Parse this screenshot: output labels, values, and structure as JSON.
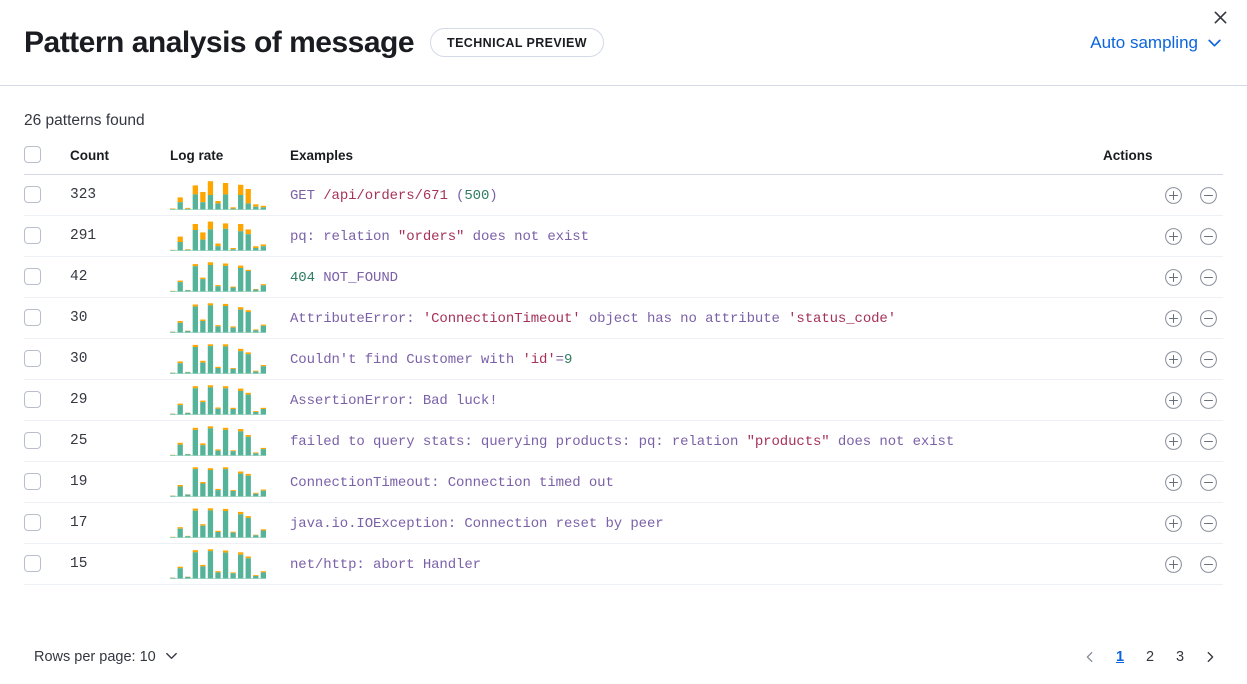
{
  "header": {
    "title": "Pattern analysis of message",
    "badge": "TECHNICAL PREVIEW",
    "sampling_label": "Auto sampling",
    "close_icon": "close-icon",
    "chevron_icon": "chevron-down-icon"
  },
  "summary": {
    "patterns_found": "26 patterns found"
  },
  "table": {
    "columns": {
      "select_all": "",
      "count": "Count",
      "log_rate": "Log rate",
      "examples": "Examples",
      "actions": "Actions"
    },
    "rows": [
      {
        "count": "323",
        "tokens": [
          {
            "t": "GET ",
            "c": "tok-p"
          },
          {
            "t": "/api/orders/671",
            "c": "tok-r"
          },
          {
            "t": " (",
            "c": "tok-p"
          },
          {
            "t": "500",
            "c": "tok-g"
          },
          {
            "t": ")",
            "c": "tok-p"
          }
        ],
        "spark": [
          5,
          42,
          7,
          82,
          60,
          96,
          30,
          90,
          9,
          84,
          70,
          19,
          14
        ],
        "spark_teal": [
          2,
          26,
          4,
          52,
          26,
          50,
          22,
          52,
          5,
          50,
          22,
          11,
          9
        ]
      },
      {
        "count": "291",
        "tokens": [
          {
            "t": "pq: relation ",
            "c": "tok-p"
          },
          {
            "t": "\"orders\"",
            "c": "tok-r"
          },
          {
            "t": " does not exist",
            "c": "tok-p"
          }
        ],
        "spark": [
          4,
          48,
          6,
          90,
          62,
          98,
          25,
          92,
          10,
          90,
          72,
          16,
          22
        ],
        "spark_teal": [
          2,
          30,
          4,
          70,
          38,
          72,
          16,
          74,
          6,
          66,
          56,
          10,
          16
        ]
      },
      {
        "count": "42",
        "tokens": [
          {
            "t": "404",
            "c": "tok-g"
          },
          {
            "t": " NOT_FOUND",
            "c": "tok-p"
          }
        ],
        "spark": [
          4,
          38,
          7,
          93,
          48,
          99,
          23,
          95,
          18,
          88,
          74,
          10,
          26
        ],
        "spark_teal": [
          3,
          33,
          6,
          86,
          43,
          90,
          19,
          87,
          15,
          80,
          70,
          8,
          22
        ]
      },
      {
        "count": "30",
        "tokens": [
          {
            "t": "AttributeError: ",
            "c": "tok-p"
          },
          {
            "t": "'ConnectionTimeout'",
            "c": "tok-r"
          },
          {
            "t": " object has no attribute ",
            "c": "tok-p"
          },
          {
            "t": "'status_code'",
            "c": "tok-r"
          }
        ],
        "spark": [
          5,
          40,
          8,
          95,
          45,
          99,
          26,
          97,
          22,
          86,
          76,
          12,
          28
        ],
        "spark_teal": [
          4,
          34,
          7,
          88,
          40,
          92,
          22,
          90,
          18,
          78,
          70,
          9,
          24
        ]
      },
      {
        "count": "30",
        "tokens": [
          {
            "t": "Couldn't find Customer with ",
            "c": "tok-p"
          },
          {
            "t": "'id'",
            "c": "tok-r"
          },
          {
            "t": "=",
            "c": "tok-p"
          },
          {
            "t": "9",
            "c": "tok-g"
          }
        ],
        "spark": [
          5,
          42,
          7,
          97,
          44,
          99,
          24,
          99,
          20,
          84,
          72,
          11,
          30
        ],
        "spark_teal": [
          4,
          36,
          6,
          90,
          38,
          93,
          20,
          92,
          17,
          76,
          66,
          8,
          26
        ]
      },
      {
        "count": "29",
        "tokens": [
          {
            "t": "AssertionError: Bad luck!",
            "c": "tok-p"
          }
        ],
        "spark": [
          5,
          38,
          8,
          96,
          48,
          99,
          25,
          96,
          24,
          88,
          74,
          13,
          24
        ],
        "spark_teal": [
          4,
          33,
          7,
          89,
          43,
          92,
          21,
          89,
          20,
          80,
          68,
          10,
          20
        ]
      },
      {
        "count": "25",
        "tokens": [
          {
            "t": "failed to query stats: querying products: pq: relation ",
            "c": "tok-p"
          },
          {
            "t": "\"products\"",
            "c": "tok-r"
          },
          {
            "t": " does not exist",
            "c": "tok-p"
          }
        ],
        "spark": [
          4,
          44,
          7,
          94,
          42,
          99,
          22,
          94,
          19,
          90,
          70,
          12,
          27
        ],
        "spark_teal": [
          3,
          38,
          6,
          87,
          36,
          92,
          18,
          87,
          16,
          82,
          64,
          9,
          23
        ]
      },
      {
        "count": "19",
        "tokens": [
          {
            "t": "ConnectionTimeout: Connection timed out",
            "c": "tok-p"
          }
        ],
        "spark": [
          5,
          40,
          9,
          99,
          50,
          96,
          27,
          99,
          23,
          85,
          77,
          14,
          25
        ],
        "spark_teal": [
          4,
          35,
          8,
          93,
          45,
          90,
          23,
          93,
          20,
          78,
          71,
          11,
          21
        ]
      },
      {
        "count": "17",
        "tokens": [
          {
            "t": "java.io.IOException: Connection reset by peer",
            "c": "tok-p"
          }
        ],
        "spark": [
          4,
          36,
          7,
          98,
          46,
          99,
          24,
          97,
          21,
          87,
          73,
          11,
          29
        ],
        "spark_teal": [
          3,
          31,
          6,
          91,
          41,
          92,
          20,
          90,
          18,
          79,
          67,
          9,
          25
        ]
      },
      {
        "count": "15",
        "tokens": [
          {
            "t": "net/http: abort Handler",
            "c": "tok-p"
          }
        ],
        "spark": [
          5,
          41,
          8,
          96,
          47,
          99,
          26,
          95,
          22,
          89,
          75,
          13,
          26
        ],
        "spark_teal": [
          4,
          36,
          7,
          89,
          42,
          93,
          22,
          88,
          19,
          81,
          69,
          10,
          22
        ]
      }
    ]
  },
  "footer": {
    "rows_per_page_label": "Rows per page: 10",
    "prev_icon": "chevron-left-icon",
    "next_icon": "chevron-right-icon",
    "pages": [
      "1",
      "2",
      "3"
    ],
    "active_page": "1"
  },
  "colors": {
    "teal": "#54B399",
    "orange": "#FFA500",
    "link": "#0b64dd",
    "border": "#D3DAE6"
  }
}
